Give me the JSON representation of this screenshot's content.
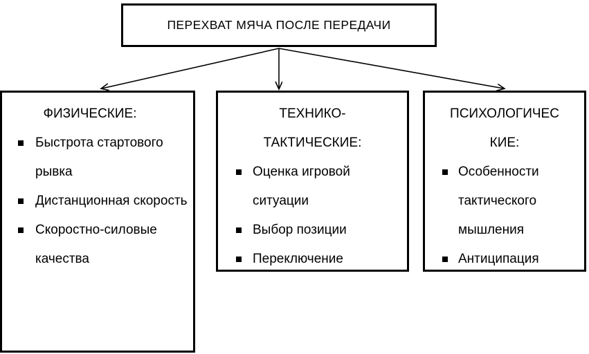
{
  "diagram": {
    "title": "ПЕРЕХВАТ МЯЧА ПОСЛЕ ПЕРЕДАЧИ",
    "root": {
      "label": "ПЕРЕХВАТ МЯЧА ПОСЛЕ ПЕРЕДАЧИ"
    },
    "branches": [
      {
        "id": "physical",
        "heading": "ФИЗИЧЕСКИЕ:",
        "items": [
          "Быстрота стартового рывка",
          "Дистанционная скорость",
          "Скоростно-силовые качества"
        ]
      },
      {
        "id": "technical",
        "heading": "ТЕХНИКО-\nТАКТИЧЕСКИЕ:",
        "items": [
          "Оценка игровой ситуации",
          "Выбор позиции",
          "Переключение"
        ]
      },
      {
        "id": "psychological",
        "heading": "ПСИХОЛОГИЧЕС\nКИЕ:",
        "items": [
          "Особенности тактического мышления",
          "Антиципация"
        ]
      }
    ],
    "connectors": [
      {
        "id": "arrow-to-physical",
        "from": "root",
        "to": "physical"
      },
      {
        "id": "arrow-to-technical",
        "from": "root",
        "to": "technical"
      },
      {
        "id": "arrow-to-psychological",
        "from": "root",
        "to": "psychological"
      }
    ],
    "colors": {
      "line": "#000000",
      "text": "#000000",
      "background": "#ffffff"
    }
  }
}
